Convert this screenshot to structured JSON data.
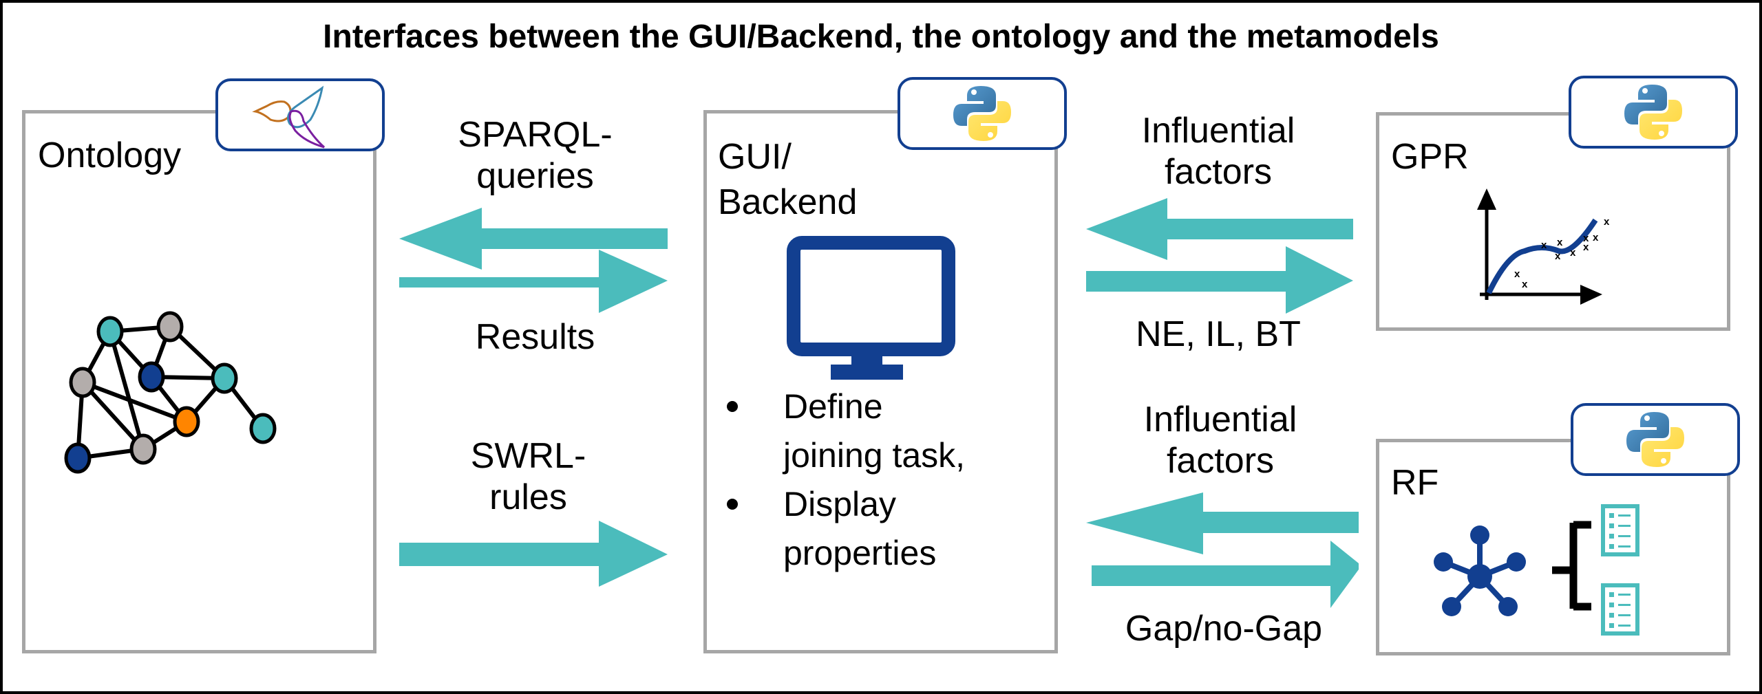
{
  "title": "Interfaces between the GUI/Backend, the ontology and the metamodels",
  "colors": {
    "arrow": "#4bbcbc",
    "box_border": "#a6a6a6",
    "badge_border": "#123f90",
    "icon_blue": "#123f90",
    "node_teal": "#4bbcbc",
    "node_gray": "#b3adab",
    "node_blue": "#123f90",
    "node_orange": "#ff8500"
  },
  "components": {
    "ontology": {
      "label": "Ontology",
      "badge_icon": "owl-ontology-logo-icon",
      "content_icon": "knowledge-graph-icon"
    },
    "gui_backend": {
      "label_line1": "GUI/",
      "label_line2": "Backend",
      "badge_icon": "python-logo-icon",
      "content_icon": "monitor-icon",
      "bullets": [
        {
          "line1": "Define",
          "line2": "joining task,"
        },
        {
          "line1": "Display",
          "line2": "properties"
        }
      ]
    },
    "gpr": {
      "label": "GPR",
      "badge_icon": "python-logo-icon",
      "content_icon": "regression-plot-icon"
    },
    "rf": {
      "label": "RF",
      "badge_icon": "python-logo-icon",
      "content_icon": "random-forest-icon",
      "output_icon": "checklist-icon"
    }
  },
  "flows": {
    "sparql": {
      "line1": "SPARQL-",
      "line2": "queries",
      "direction": "gui-to-ontology"
    },
    "results": {
      "label": "Results",
      "direction": "ontology-to-gui"
    },
    "swrl": {
      "line1": "SWRL-",
      "line2": "rules",
      "direction": "ontology-to-gui"
    },
    "gpr_in": {
      "line1": "Influential",
      "line2": "factors",
      "direction": "gpr-to-gui"
    },
    "gpr_out": {
      "label": "NE, IL, BT",
      "direction": "gui-to-gpr"
    },
    "rf_in": {
      "line1": "Influential",
      "line2": "factors",
      "direction": "rf-to-gui"
    },
    "rf_out": {
      "label": "Gap/no-Gap",
      "direction": "gui-to-rf"
    }
  }
}
